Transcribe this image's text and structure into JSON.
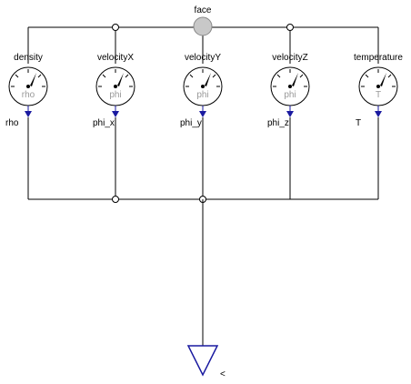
{
  "top_connector": {
    "label": "face"
  },
  "sensors": [
    {
      "name": "density",
      "inner": "rho",
      "output": "rho"
    },
    {
      "name": "velocityX",
      "inner": "phi",
      "output": "phi_x"
    },
    {
      "name": "velocityY",
      "inner": "phi",
      "output": "phi_y"
    },
    {
      "name": "velocityZ",
      "inner": "phi",
      "output": "phi_z"
    },
    {
      "name": "temperature",
      "inner": "T",
      "output": "T"
    }
  ],
  "output_port": {
    "label": "<"
  },
  "colors": {
    "wire": "#000000",
    "signal": "#1a1aa0",
    "gauge_inner_text": "#999999",
    "connector_fill": "#c8c8c8"
  }
}
